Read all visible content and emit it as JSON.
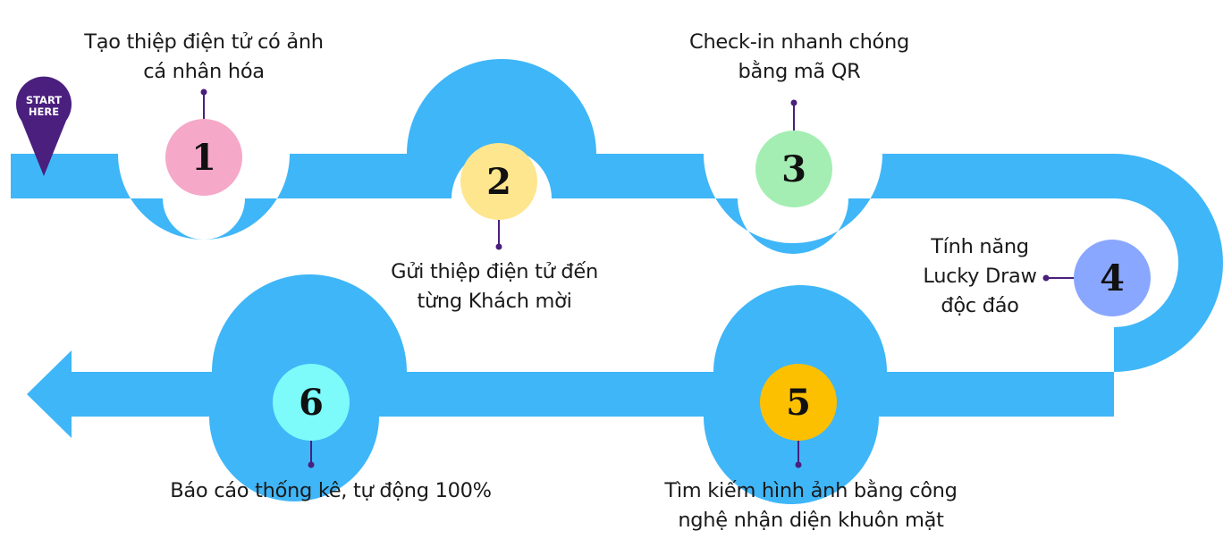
{
  "start_marker": {
    "line1": "START",
    "line2": "HERE",
    "color": "#4a1f7e"
  },
  "road_color": "#3fb6f8",
  "connector_color": "#4a1f7e",
  "steps": [
    {
      "number": "1",
      "color": "#f5a8c8",
      "lines": [
        "Tạo thiệp điện tử có ảnh",
        "cá nhân hóa"
      ]
    },
    {
      "number": "2",
      "color": "#fde68d",
      "lines": [
        "Gửi thiệp điện tử đến",
        "từng Khách mời"
      ]
    },
    {
      "number": "3",
      "color": "#a4eeb3",
      "lines": [
        "Check-in nhanh chóng",
        "bằng mã QR"
      ]
    },
    {
      "number": "4",
      "color": "#8aa7ff",
      "lines": [
        "Tính năng",
        "Lucky Draw",
        "độc đáo"
      ]
    },
    {
      "number": "5",
      "color": "#fcc000",
      "lines": [
        "Tìm kiếm hình ảnh bằng công",
        "nghệ nhận diện khuôn mặt"
      ]
    },
    {
      "number": "6",
      "color": "#7dfbfb",
      "lines": [
        "Báo cáo thống kê, tự động 100%"
      ]
    }
  ]
}
